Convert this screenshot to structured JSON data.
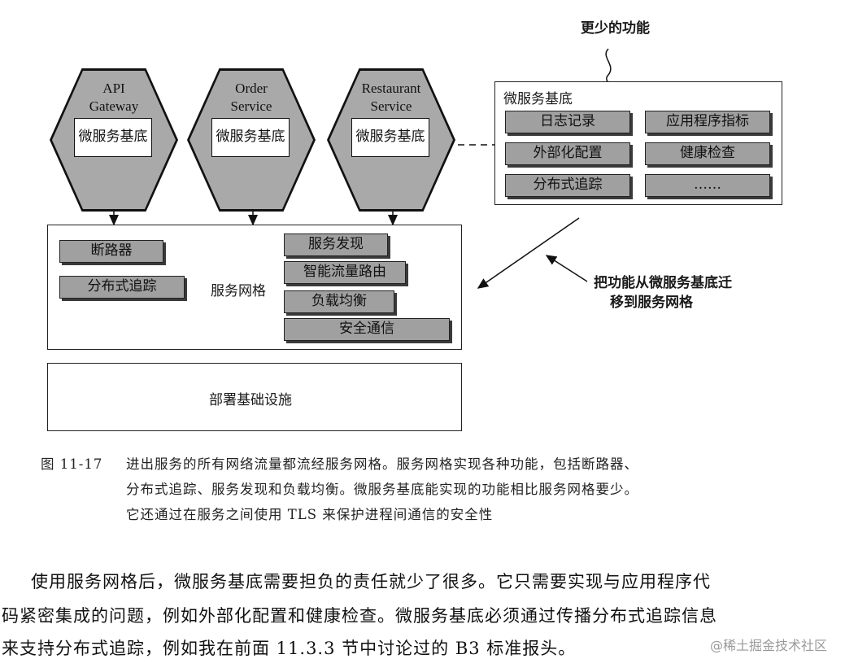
{
  "figure": {
    "hexagons": [
      {
        "title": "API\nGateway",
        "core": "微服务基底"
      },
      {
        "title": "Order\nService",
        "core": "微服务基底"
      },
      {
        "title": "Restaurant\nService",
        "core": "微服务基底"
      }
    ],
    "callout_top": "更少的功能",
    "substrate": {
      "title": "微服务基底",
      "items": [
        "日志记录",
        "应用程序指标",
        "外部化配置",
        "健康检查",
        "分布式追踪",
        "……"
      ]
    },
    "mesh": {
      "label": "服务网格",
      "left_items": [
        "断路器",
        "分布式追踪"
      ],
      "right_items": [
        "服务发现",
        "智能流量路由",
        "负载均衡",
        "安全通信"
      ]
    },
    "migrate_note_line1": "把功能从微服务基底迁",
    "migrate_note_line2": "移到服务网格",
    "infra_label": "部署基础设施"
  },
  "caption": {
    "number": "图 11-17",
    "line1": "进出服务的所有网络流量都流经服务网格。服务网格实现各种功能，包括断路器、",
    "line2": "分布式追踪、服务发现和负载均衡。微服务基底能实现的功能相比服务网格要少。",
    "line3": "它还通过在服务之间使用 TLS 来保护进程间通信的安全性"
  },
  "body": {
    "line1": "使用服务网格后，微服务基底需要担负的责任就少了很多。它只需要实现与应用程序代",
    "line2": "码紧密集成的问题，例如外部化配置和健康检查。微服务基底必须通过传播分布式追踪信息",
    "line3": "来支持分布式追踪，例如我在前面 11.3.3 节中讨论过的 B3 标准报头。"
  },
  "watermark": "@稀土掘金技术社区"
}
